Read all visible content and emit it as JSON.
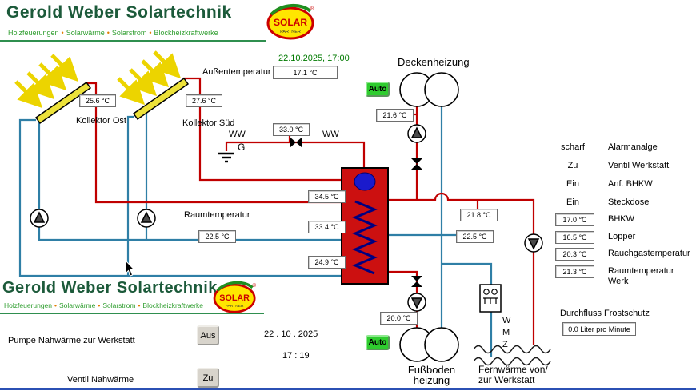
{
  "header": {
    "title": "Gerold Weber Solartechnik",
    "subtitle_parts": [
      "Holzfeuerungen",
      "Solarwärme",
      "Solarstrom",
      "Blockheizkraftwerke"
    ],
    "subtitle_separator": "•",
    "logo": {
      "line1": "SOLAR",
      "line2": "PARTNER",
      "registered": "®"
    }
  },
  "top": {
    "datetime": "22.10.2025,  17:00",
    "aussentemperatur_label": "Außentemperatur",
    "aussentemperatur": "17.1 °C"
  },
  "collectors": {
    "ost_label": "Kollektor Ost",
    "ost_temp": "25.6 °C",
    "sued_label": "Kollektor Süd",
    "sued_temp": "27.6 °C"
  },
  "circuits": {
    "decken_label": "Deckenheizung",
    "decken_vorlauf": "21.6 °C",
    "fussboden_label": "Fußboden\nheizung",
    "fussboden_vorlauf": "20.0 °C",
    "fernwaerme_label": "Fernwärme von/\nzur Werkstatt",
    "ww": "WW",
    "g": "G",
    "ww_temp": "33.0 °C",
    "auto": "Auto",
    "wmz": "W\nM\nZ"
  },
  "tank": {
    "oben": "34.5 °C",
    "mitte": "33.4 °C",
    "unten": "24.9 °C"
  },
  "room": {
    "label": "Raumtemperatur",
    "value": "22.5 °C"
  },
  "net": {
    "t1": "21.8 °C",
    "t2": "22.5 °C"
  },
  "status_list": [
    {
      "state": "scharf",
      "label": "Alarmanalge"
    },
    {
      "state": "Zu",
      "label": "Ventil Werkstatt"
    },
    {
      "state": "Ein",
      "label": "Anf. BHKW"
    },
    {
      "state": "Ein",
      "label": "Steckdose"
    }
  ],
  "measures": [
    {
      "value": "17.0 °C",
      "label": "BHKW"
    },
    {
      "value": "16.5 °C",
      "label": "Lopper"
    },
    {
      "value": "20.3 °C",
      "label": "Rauchgastemperatur"
    },
    {
      "value": "21.3 °C",
      "label": "Raumtemperatur Werk"
    }
  ],
  "flow": {
    "label": "Durchfluss Frostschutz",
    "value": "0.0 Liter pro Minute"
  },
  "controls": {
    "pumpe_label": "Pumpe Nahwärme zur Werkstatt",
    "pumpe_state": "Aus",
    "ventil_label": "Ventil Nahwärme",
    "ventil_state": "Zu",
    "date": "22 . 10 . 2025",
    "time": "17  :  19"
  }
}
